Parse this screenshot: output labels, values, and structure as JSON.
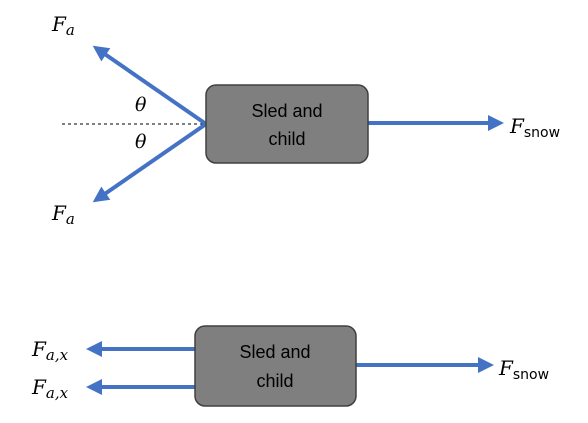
{
  "top_diagram": {
    "box_line1": "Sled and",
    "box_line2": "child",
    "upper_force_main": "F",
    "upper_force_sub": "a",
    "lower_force_main": "F",
    "lower_force_sub": "a",
    "right_force_main": "F",
    "right_force_sub": "snow",
    "angle_upper": "θ",
    "angle_lower": "θ"
  },
  "bottom_diagram": {
    "box_line1": "Sled and",
    "box_line2": "child",
    "left_force_1_main": "F",
    "left_force_1_sub": "a,x",
    "left_force_2_main": "F",
    "left_force_2_sub": "a,x",
    "right_force_main": "F",
    "right_force_sub": "snow"
  },
  "colors": {
    "arrow": "#4472c4",
    "box_fill": "#7f7f7f",
    "box_stroke": "#404040"
  }
}
